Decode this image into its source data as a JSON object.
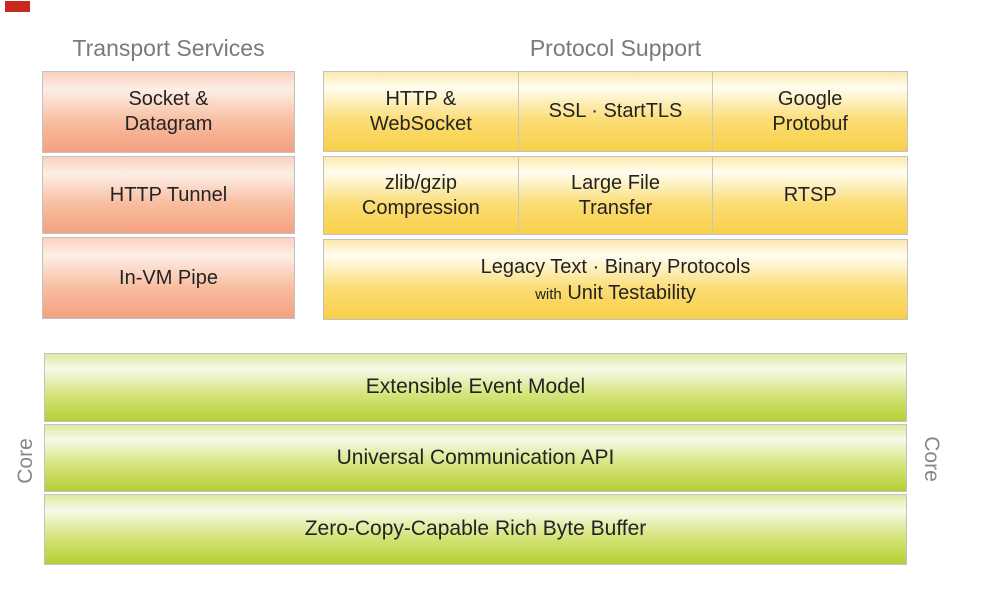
{
  "diagram": {
    "kind": "software-architecture-stack",
    "marker": {
      "description": "small red rectangle artifact at top-left",
      "color": "#c9281e"
    },
    "colors": {
      "title_text": "#7a7a7a",
      "box_text": "#232323",
      "core_text": "#878787",
      "border_gray": "#c2c2c2",
      "salmon_bottom": "#f4a181",
      "gold_bottom": "#f8d049",
      "green_bottom": "#b6cf33"
    }
  },
  "transport": {
    "title": "Transport Services",
    "boxes": [
      {
        "label": "Socket &\nDatagram"
      },
      {
        "label": "HTTP Tunnel"
      },
      {
        "label": "In-VM Pipe"
      }
    ]
  },
  "protocol": {
    "title": "Protocol Support",
    "row1": [
      {
        "label": "HTTP &\nWebSocket"
      },
      {
        "label": "SSL · StartTLS"
      },
      {
        "label": "Google\nProtobuf"
      }
    ],
    "row2": [
      {
        "label": "zlib/gzip\nCompression"
      },
      {
        "label": "Large File\nTransfer"
      },
      {
        "label": "RTSP"
      }
    ],
    "legacy": {
      "line1": "Legacy Text · Binary Protocols",
      "with_word": "with",
      "line2": "Unit Testability"
    }
  },
  "core": {
    "left_label": "Core",
    "right_label": "Core",
    "bars": [
      {
        "label": "Extensible Event Model"
      },
      {
        "label": "Universal Communication API"
      },
      {
        "label": "Zero-Copy-Capable Rich Byte Buffer"
      }
    ]
  }
}
